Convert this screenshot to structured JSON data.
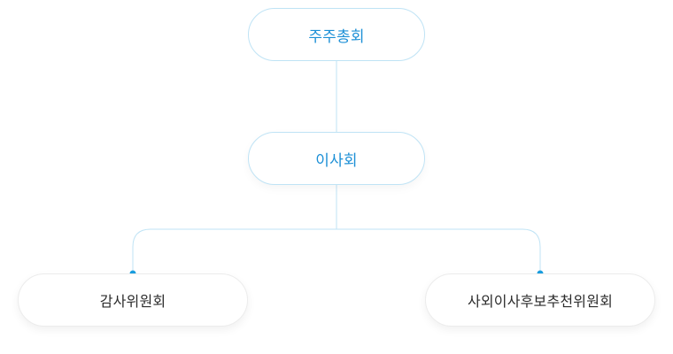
{
  "nodes": {
    "shareholders": "주주총회",
    "board": "이사회",
    "audit": "감사위원회",
    "nomination": "사외이사후보추천위원회"
  },
  "colors": {
    "accent": "#1b8fd6",
    "line": "#bfe3f5",
    "dot": "#1a9ee0"
  }
}
